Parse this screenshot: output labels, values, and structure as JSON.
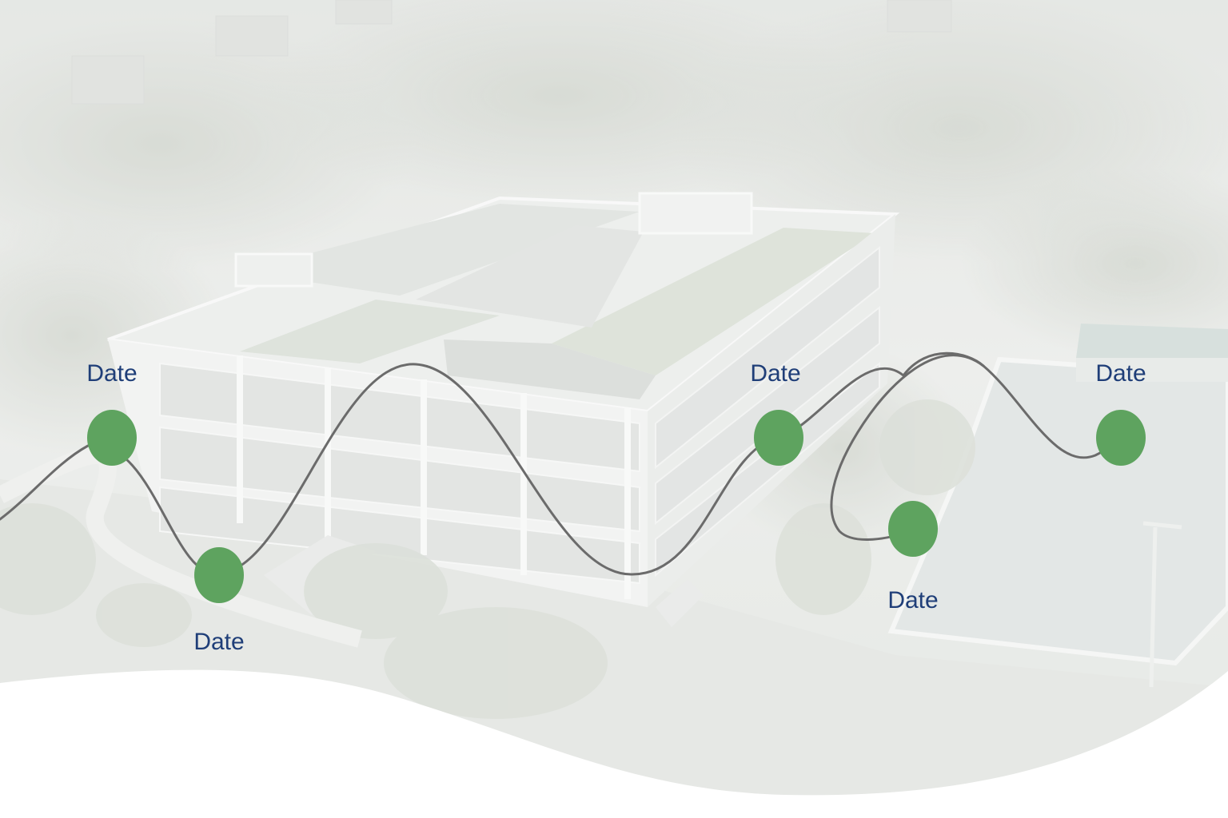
{
  "colors": {
    "label": "#1f3e78",
    "node": "#5ea35f",
    "curve": "#6b6b6b",
    "haze": "#e9eae8",
    "foreground": "#ffffff"
  },
  "timeline": {
    "milestones": [
      {
        "label": "Date",
        "position": "above"
      },
      {
        "label": "Date",
        "position": "below"
      },
      {
        "label": "Date",
        "position": "above"
      },
      {
        "label": "Date",
        "position": "below"
      },
      {
        "label": "Date",
        "position": "above"
      }
    ]
  }
}
